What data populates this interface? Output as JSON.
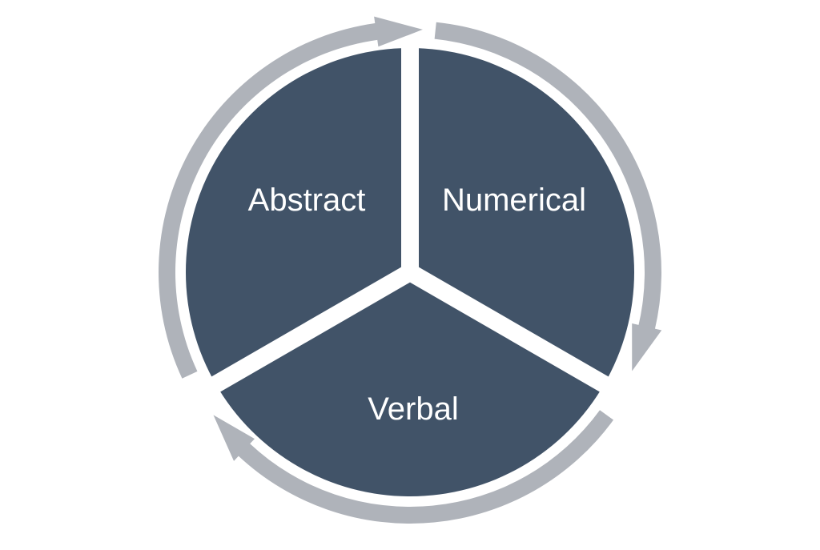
{
  "diagram": {
    "type": "cycle",
    "segments": [
      {
        "id": "abstract",
        "label": "Abstract"
      },
      {
        "id": "numerical",
        "label": "Numerical"
      },
      {
        "id": "verbal",
        "label": "Verbal"
      }
    ]
  },
  "colors": {
    "segment_fill": "#415368",
    "ring_fill": "#afb3ba",
    "label_text": "#ffffff",
    "background": "#ffffff"
  }
}
